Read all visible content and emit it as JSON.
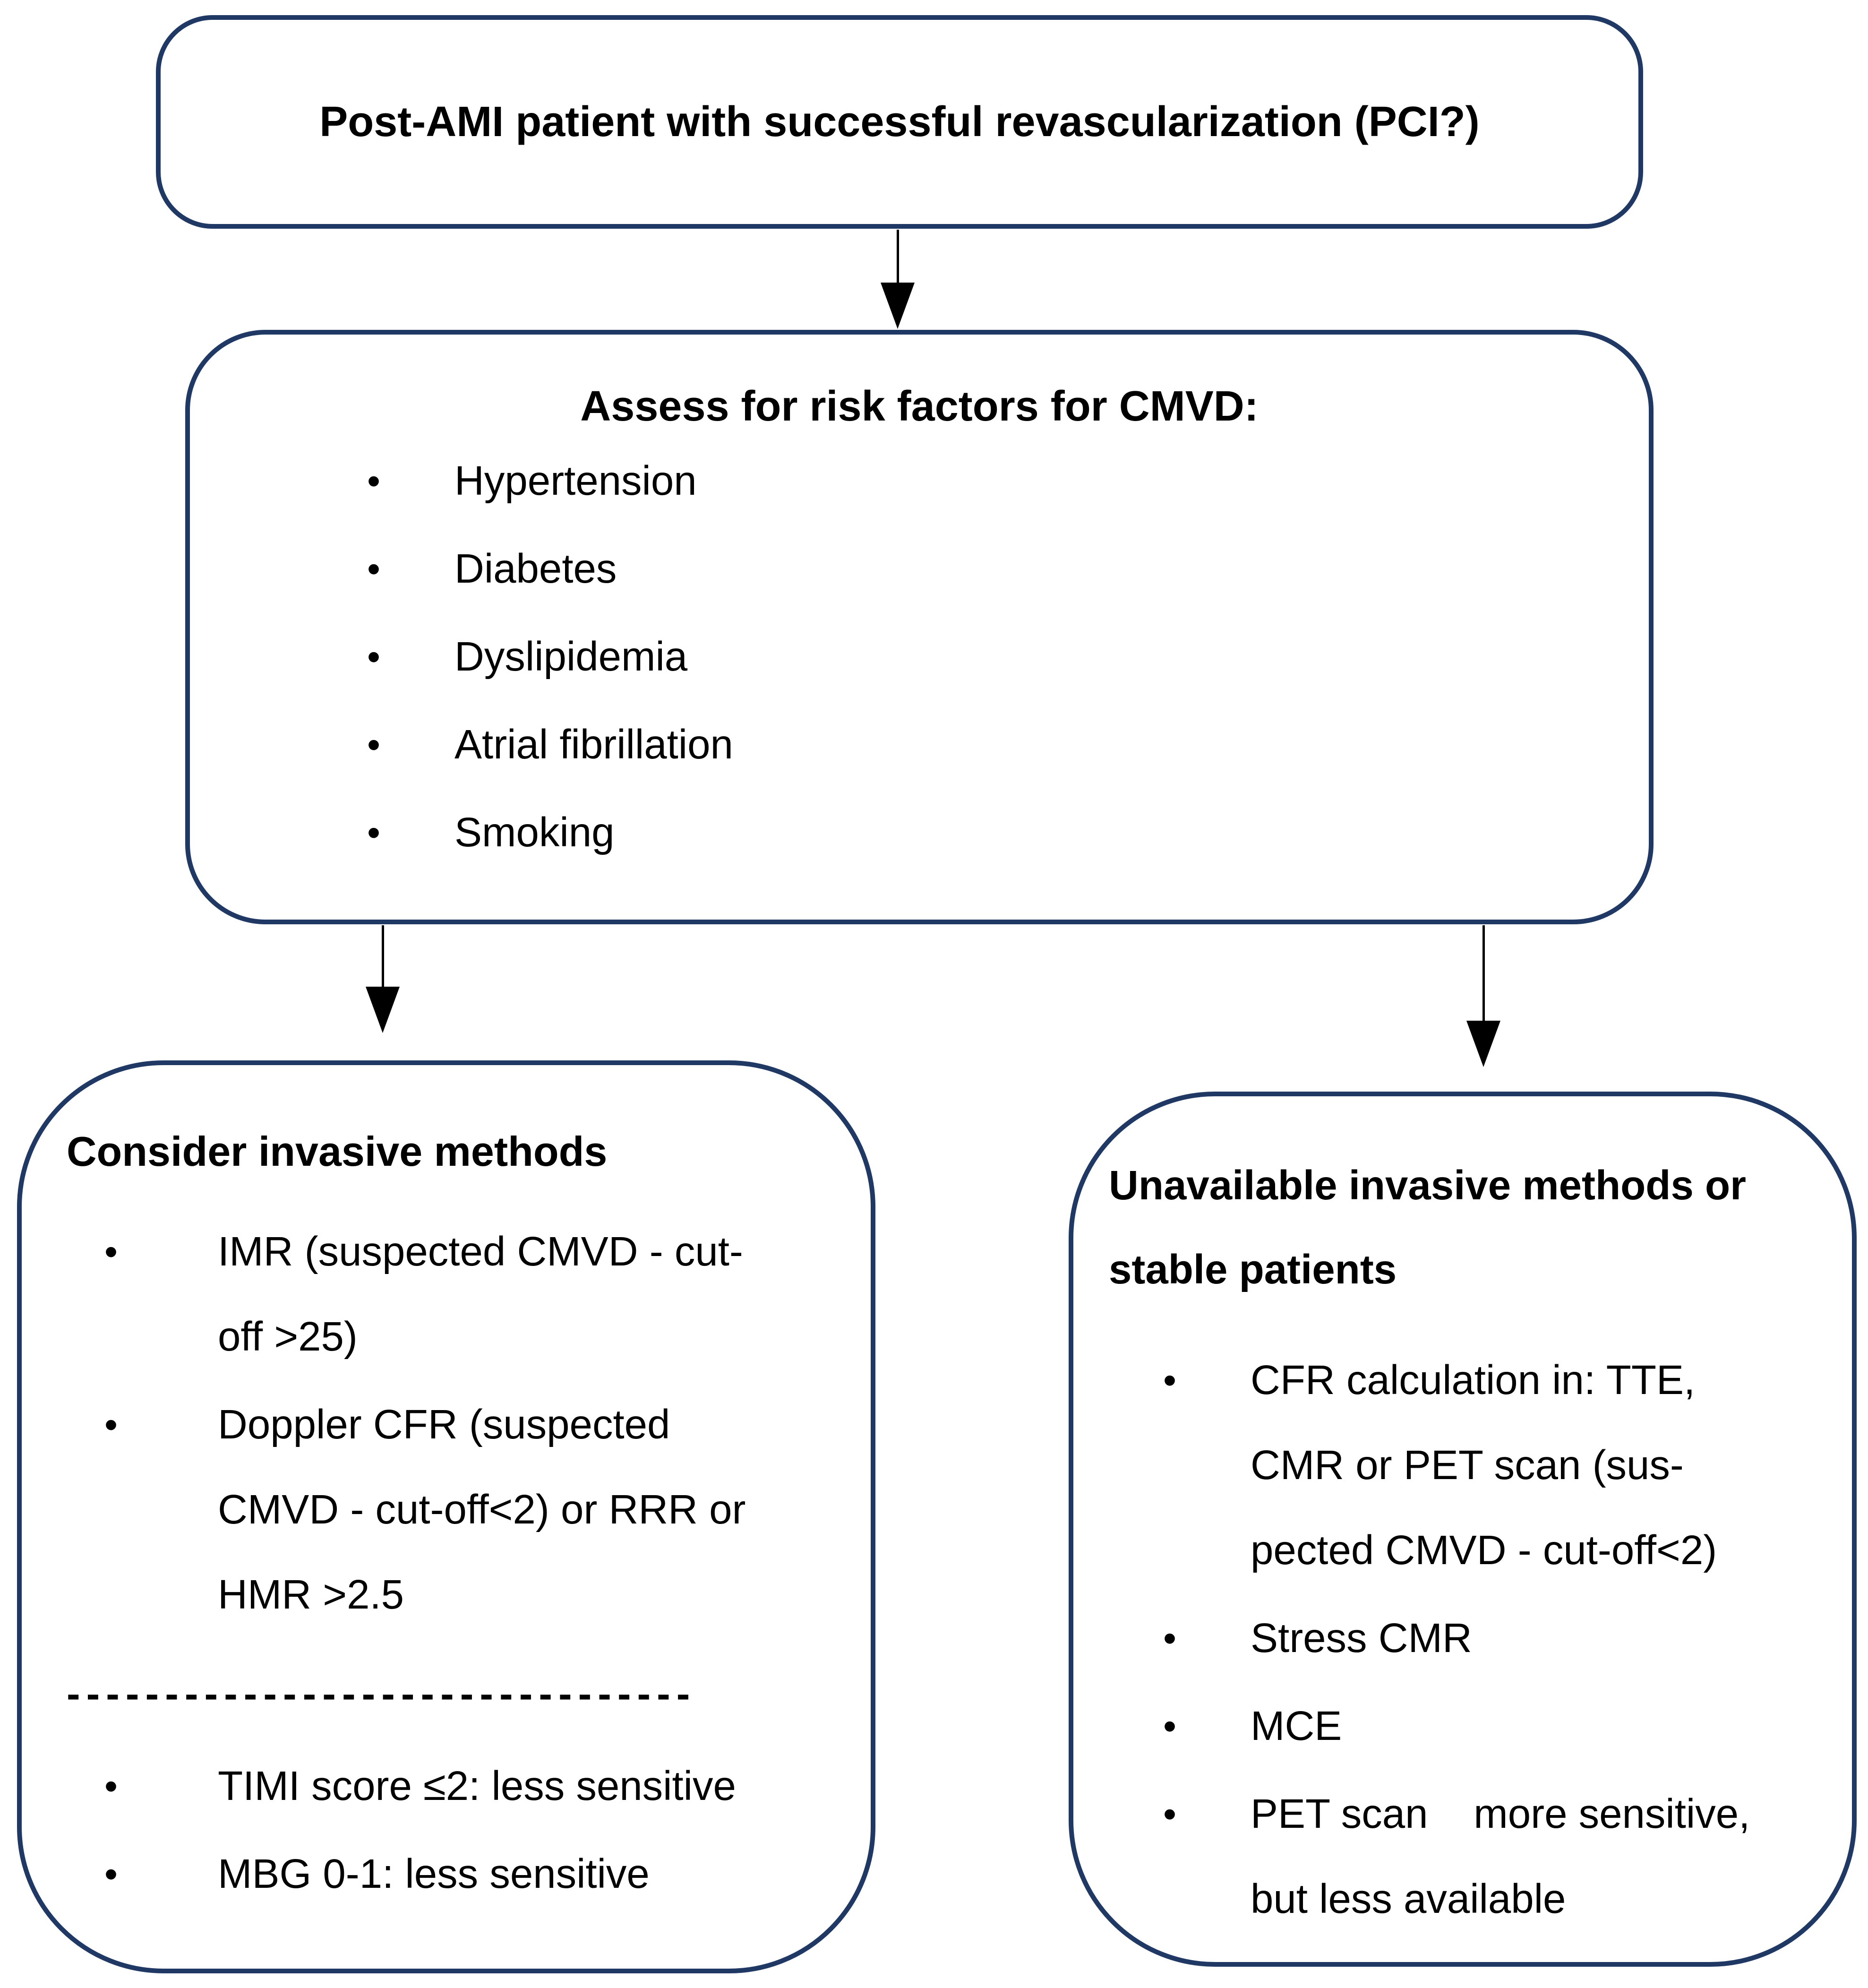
{
  "bullet_char": "•",
  "colors": {
    "box_border": "#1f3864",
    "arrow": "#000000",
    "text": "#000000",
    "background": "#ffffff"
  },
  "top_box": {
    "title": "Post-AMI patient with successful revascularization (PCI?)"
  },
  "middle_box": {
    "title": "Assess for risk factors for CMVD:",
    "items": [
      "Hypertension",
      "Diabetes",
      "Dyslipidemia",
      "Atrial fibrillation",
      "Smoking"
    ]
  },
  "left_box": {
    "title": "Consider invasive methods",
    "items_above_divider": [
      "IMR (suspected CMVD - cut-\noff >25)",
      "Doppler CFR (suspected\nCMVD - cut-off<2) or RRR or\nHMR >2.5"
    ],
    "divider": "--------------------------------",
    "items_below_divider": [
      "TIMI score ≤2: less sensitive",
      "MBG 0-1: less sensitive"
    ]
  },
  "right_box": {
    "title": "Unavailable invasive methods or\nstable patients",
    "items": [
      "CFR calculation in: TTE,\nCMR or PET scan (sus-\npected CMVD - cut-off<2)",
      "Stress CMR",
      "MCE",
      "PET scan    more sensitive,\nbut less available"
    ]
  }
}
